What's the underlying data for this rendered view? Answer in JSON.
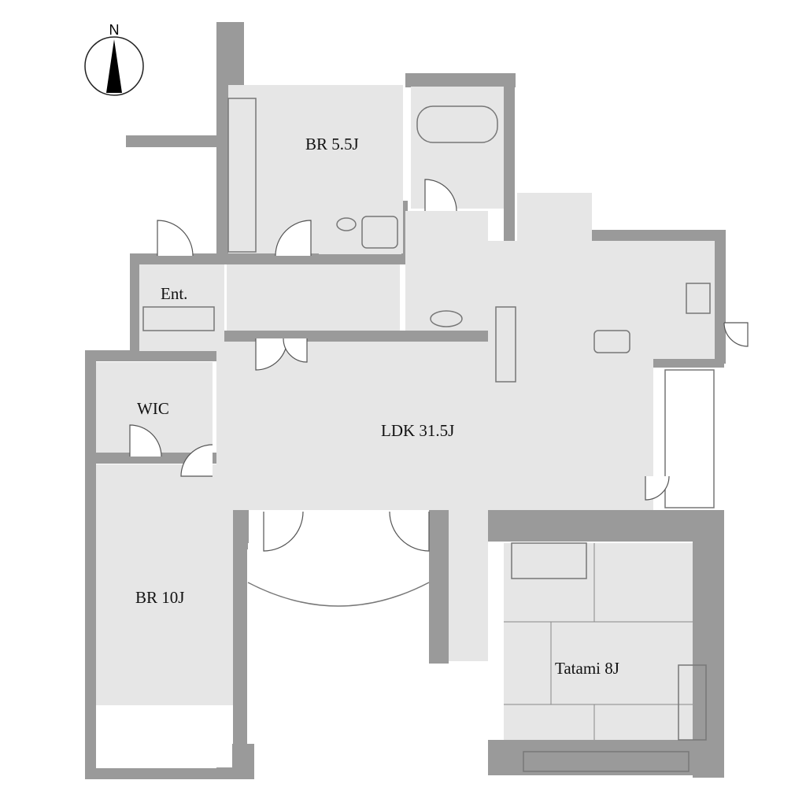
{
  "compass": {
    "label": "N"
  },
  "rooms": {
    "br_small": "BR 5.5J",
    "entrance": "Ent.",
    "wic": "WIC",
    "ldk": "LDK 31.5J",
    "br_large": "BR 10J",
    "tatami": "Tatami 8J"
  },
  "colors": {
    "wall": "#9a9a9a",
    "floor": "#e6e6e6"
  }
}
